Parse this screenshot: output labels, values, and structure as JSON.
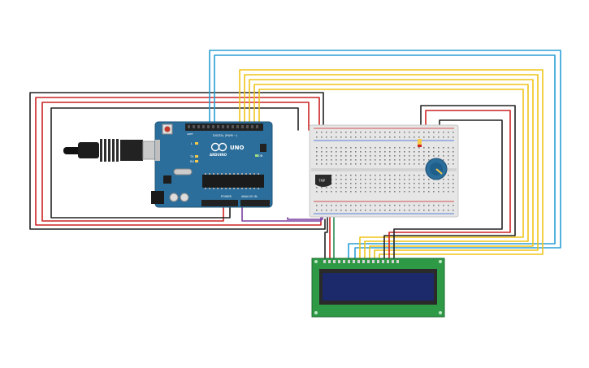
{
  "arduino": {
    "brand": "ARDUINO",
    "model": "UNO",
    "digital_label": "DIGITAL (PWM ~)",
    "power_label": "POWER",
    "analog_label": "ANALOG IN",
    "aref_label": "AREF",
    "gnd_label": "GND",
    "tx_label": "TX",
    "rx_label": "RX",
    "l_label": "L",
    "on_label": "ON"
  },
  "sensor": {
    "label": "TMP"
  },
  "colors": {
    "board": "#2b6e9b",
    "breadboard": "#e6e6e6",
    "lcd_pcb": "#2f9a46",
    "lcd_screen": "#1c2a6b",
    "wire_black": "#222222",
    "wire_red": "#cc2222",
    "wire_blue": "#2a9fd6",
    "wire_yellow": "#f0c419",
    "wire_purple": "#7b3fa0",
    "wire_green": "#2e8b57"
  },
  "icons": [
    "usb-cable-icon",
    "arduino-infinity-logo-icon",
    "potentiometer-knob-icon"
  ]
}
